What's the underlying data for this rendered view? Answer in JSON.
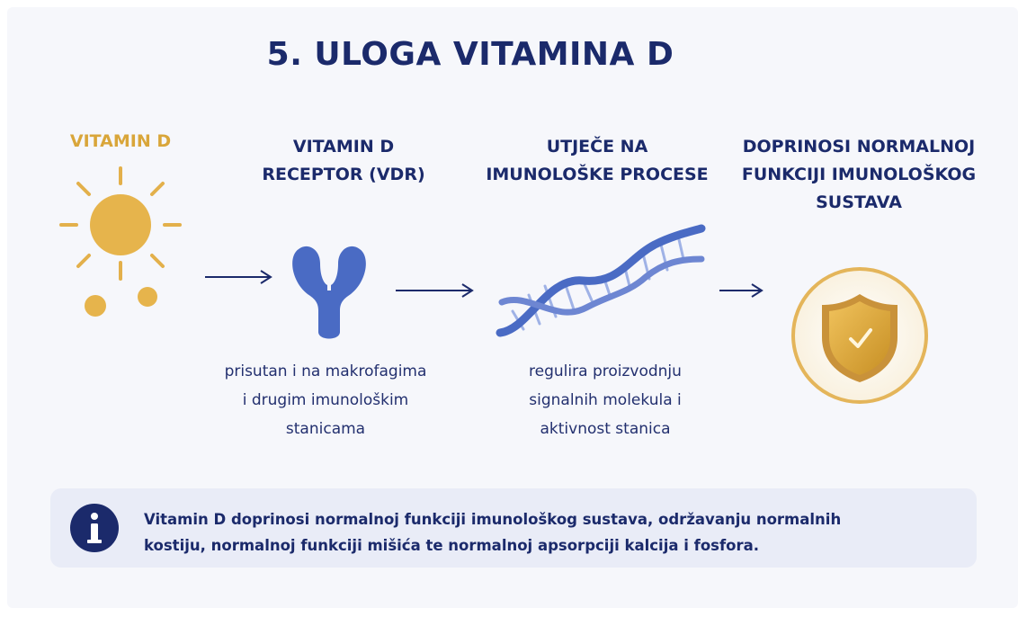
{
  "title": "5. ULOGA VITAMINA D",
  "steps": [
    {
      "heading": "VITAMIN D",
      "icon": "sun-icon"
    },
    {
      "heading_lines": [
        "VITAMIN D",
        "RECEPTOR (VDR)"
      ],
      "icon": "receptor-icon",
      "description_lines": [
        "prisutan i na makrofagima",
        "i drugim imunološkim",
        "stanicama"
      ]
    },
    {
      "heading_lines": [
        "UTJEČE NA",
        "IMUNOLOŠKE PROCESE"
      ],
      "icon": "dna-icon",
      "description_lines": [
        "regulira proizvodnju",
        "signalnih molekula i",
        "aktivnost stanica"
      ]
    },
    {
      "heading_lines": [
        "DOPRINOSI NORMALNOJ",
        "FUNKCIJI IMUNOLOŠKOG",
        "SUSTAVA"
      ],
      "icon": "shield-check-icon"
    }
  ],
  "info": {
    "icon": "info-icon",
    "lines": [
      "Vitamin D doprinosi normalnoj funkciji imunološkog sustava, održavanju normalnih",
      "kostiju, normalnoj funkciji mišića te normalnoj apsorpciji kalcija i fosfora."
    ]
  },
  "colors": {
    "navy": "#1b2a6b",
    "gold": "#d9a63a",
    "blue": "#4a6bc4",
    "background": "#f6f7fb",
    "info_background": "#e9ecf7"
  }
}
